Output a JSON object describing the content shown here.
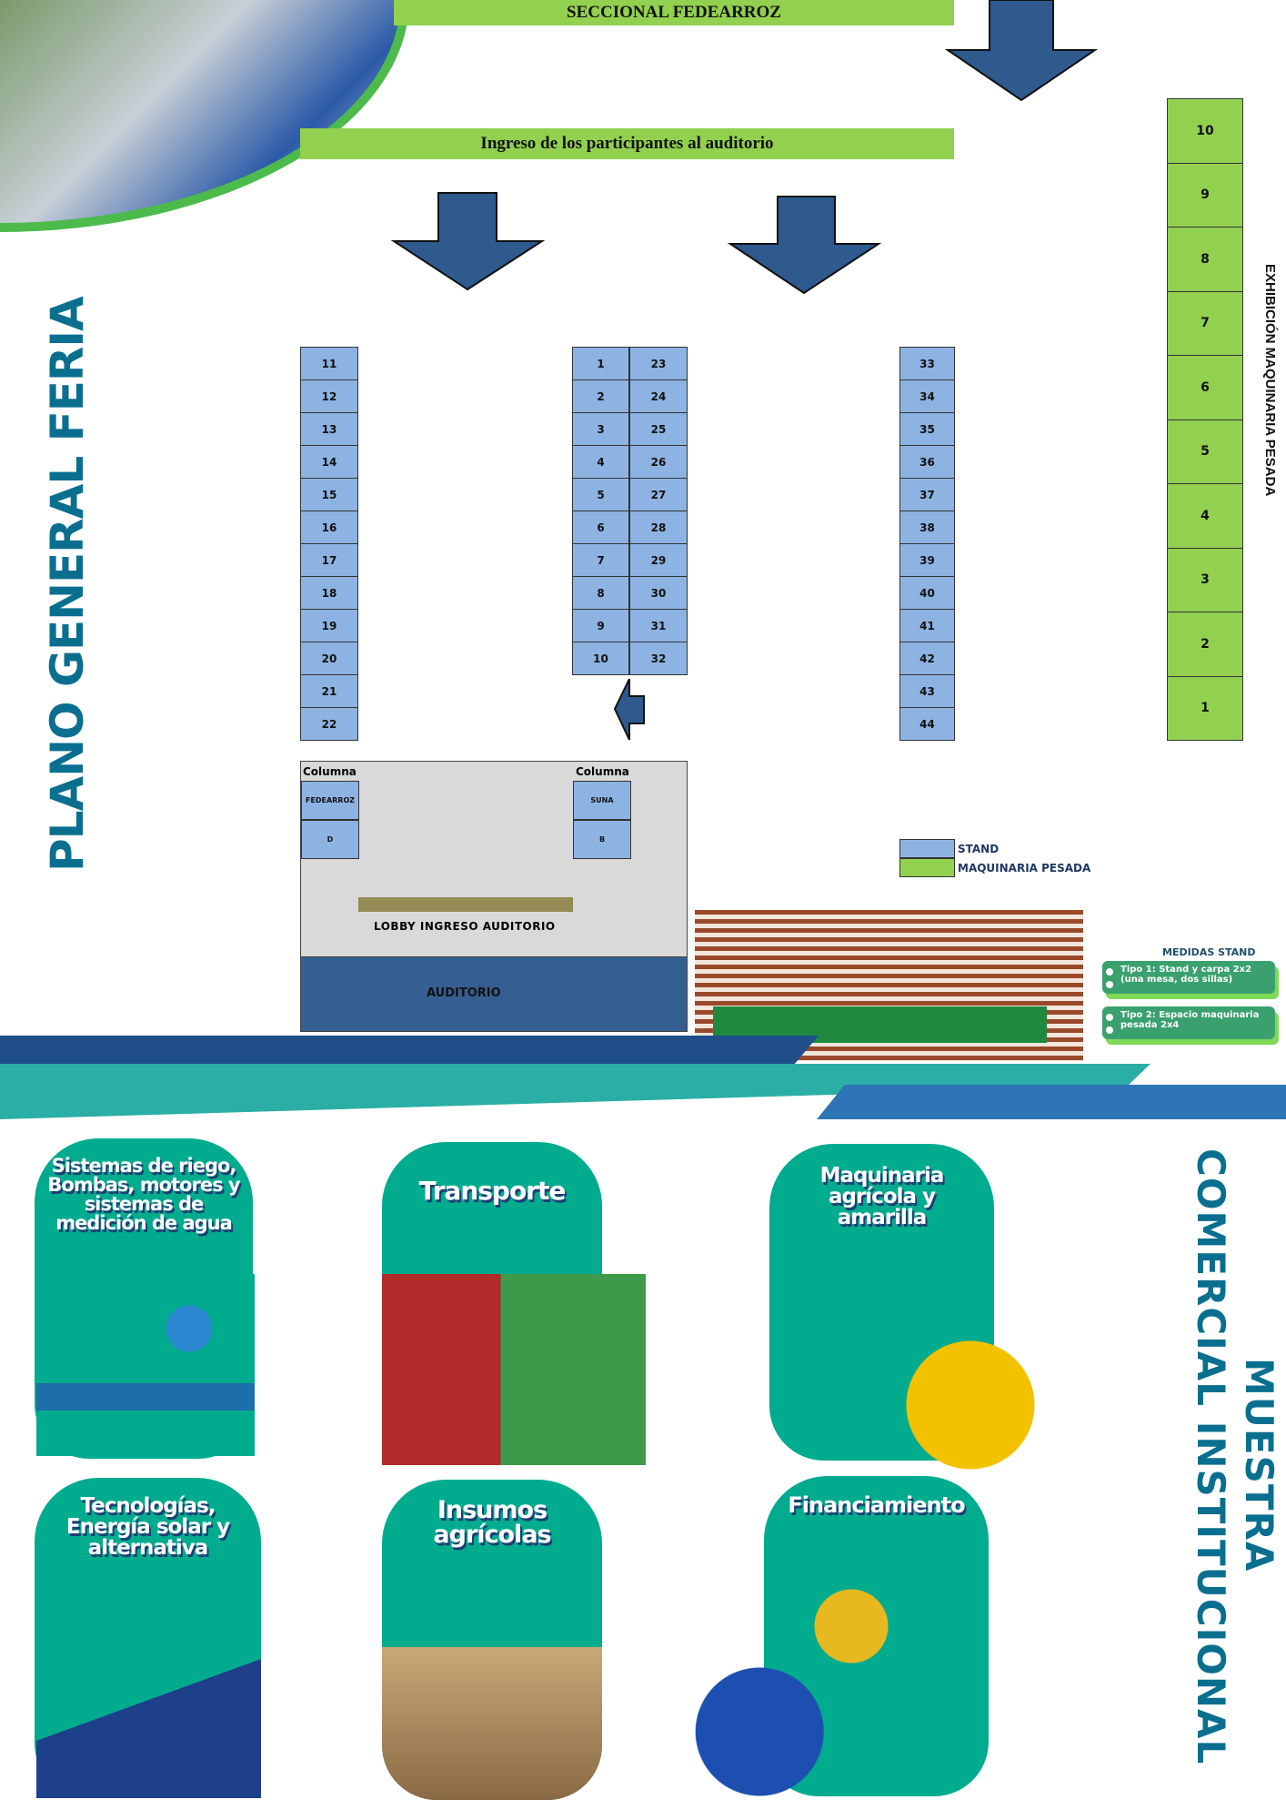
{
  "header": {
    "banner_top": "SECCIONAL FEDEARROZ",
    "banner_entry": "Ingreso de los participantes al auditorio"
  },
  "title": "PLANO GENERAL FERIA",
  "machinery_label": "EXHIBICIÓN MAQUINARIA PESADA",
  "stands": {
    "left": [
      "11",
      "12",
      "13",
      "14",
      "15",
      "16",
      "17",
      "18",
      "19",
      "20",
      "21",
      "22"
    ],
    "middle_a": [
      "1",
      "2",
      "3",
      "4",
      "5",
      "6",
      "7",
      "8",
      "9",
      "10"
    ],
    "middle_b": [
      "23",
      "24",
      "25",
      "26",
      "27",
      "28",
      "29",
      "30",
      "31",
      "32"
    ],
    "right": [
      "33",
      "34",
      "35",
      "36",
      "37",
      "38",
      "39",
      "40",
      "41",
      "42",
      "43",
      "44"
    ],
    "machinery": [
      "10",
      "9",
      "8",
      "7",
      "6",
      "5",
      "4",
      "3",
      "2",
      "1"
    ]
  },
  "lobby": {
    "column_left": "Columna",
    "column_right": "Columna",
    "left_cells": [
      "FEDEARROZ",
      "D"
    ],
    "right_cells": [
      "SUNA",
      "B"
    ],
    "lobby_label": "LOBBY INGRESO AUDITORIO",
    "auditorio": "AUDITORIO"
  },
  "legend": [
    {
      "label": "STAND",
      "color": "#8db3e2"
    },
    {
      "label": "MAQUINARIA PESADA",
      "color": "#92d050"
    }
  ],
  "medidas": {
    "title": "MEDIDAS STAND",
    "items": [
      "Tipo 1:  Stand y carpa 2x2 (una mesa, dos sillas)",
      "Tipo 2: Espacio maquinaria pesada 2x4"
    ]
  },
  "section": {
    "line1": "MUESTRA",
    "line2": "COMERCIAL INSTITUCIONAL"
  },
  "cards": [
    "Sistemas de riego, Bombas, motores y sistemas de medición de agua",
    "Transporte",
    "Maquinaria agrícola y amarilla",
    "Tecnologías, Energía solar y alternativa",
    "Insumos agrícolas",
    "Financiamiento"
  ],
  "colors": {
    "stand": "#8db3e2",
    "machinery": "#92d050",
    "arrow": "#2e5a8e",
    "auditorio": "#365f91",
    "card": "#00ab8e",
    "band_blue": "#1f4e89",
    "band_teal": "#2aaea5"
  }
}
